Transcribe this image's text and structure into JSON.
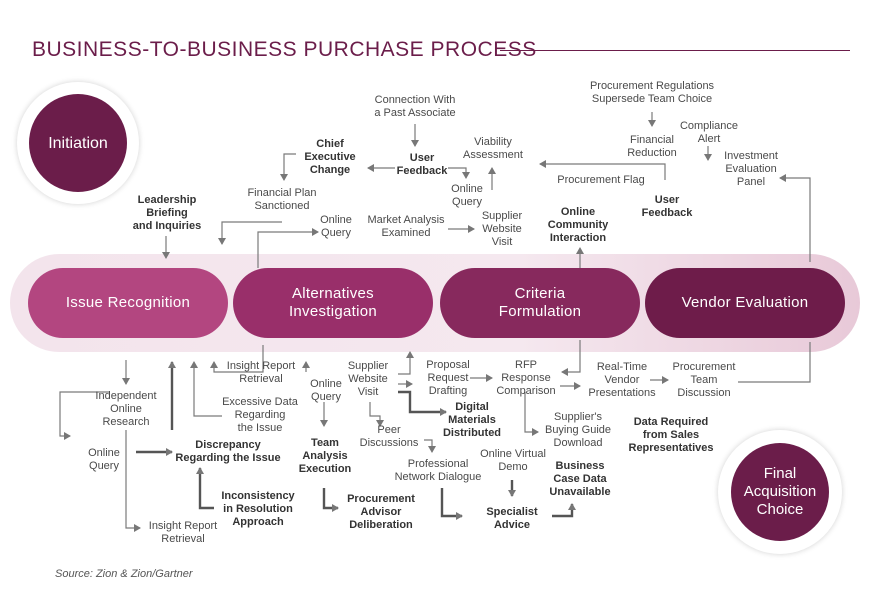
{
  "title": "BUSINESS-TO-BUSINESS PURCHASE PROCESS",
  "source": "Source: Zion & Zion/Gartner",
  "phases": {
    "start": "Initiation",
    "end": "Final\nAcquisition\nChoice"
  },
  "stages": [
    "Issue Recognition",
    "Alternatives\nInvestigation",
    "Criteria\nFormulation",
    "Vendor Evaluation"
  ],
  "labels": {
    "connection_past_associate": "Connection With\na Past Associate",
    "procurement_regulations": "Procurement Regulations\nSupersede Team Choice",
    "chief_executive_change": "Chief\nExecutive\nChange",
    "user_feedback_1": "User\nFeedback",
    "viability_assessment": "Viability\nAssessment",
    "online_query_1": "Online\nQuery",
    "financial_reduction": "Financial\nReduction",
    "compliance_alert": "Compliance\nAlert",
    "investment_evaluation_panel": "Investment\nEvaluation\nPanel",
    "procurement_flag": "Procurement Flag",
    "user_feedback_2": "User\nFeedback",
    "leadership_briefing": "Leadership\nBriefing\nand Inquiries",
    "financial_plan_sanctioned": "Financial Plan\nSanctioned",
    "online_query_2": "Online\nQuery",
    "market_analysis_examined": "Market Analysis\nExamined",
    "supplier_website_visit_1": "Supplier\nWebsite\nVisit",
    "online_community_interaction": "Online\nCommunity\nInteraction",
    "insight_report_retrieval_1": "Insight Report\nRetrieval",
    "supplier_website_visit_2": "Supplier\nWebsite\nVisit",
    "proposal_request_drafting": "Proposal\nRequest\nDrafting",
    "rfp_response_comparison": "RFP\nResponse\nComparison",
    "realtime_vendor_presentations": "Real-Time\nVendor\nPresentations",
    "procurement_team_discussion": "Procurement\nTeam\nDiscussion",
    "independent_online_research": "Independent\nOnline\nResearch",
    "excessive_data": "Excessive Data\nRegarding\nthe Issue",
    "online_query_3": "Online\nQuery",
    "digital_materials_distributed": "Digital\nMaterials\nDistributed",
    "suppliers_buying_guide": "Supplier's\nBuying Guide\nDownload",
    "data_required_sales_reps": "Data Required\nfrom Sales\nRepresentatives",
    "online_query_4": "Online\nQuery",
    "discrepancy": "Discrepancy\nRegarding the Issue",
    "team_analysis_execution": "Team\nAnalysis\nExecution",
    "peer_discussions": "Peer\nDiscussions",
    "professional_network_dialogue": "Professional\nNetwork Dialogue",
    "online_virtual_demo": "Online Virtual\nDemo",
    "business_case_data_unavailable": "Business\nCase Data\nUnavailable",
    "inconsistency": "Inconsistency\nin Resolution\nApproach",
    "procurement_advisor_deliberation": "Procurement\nAdvisor\nDeliberation",
    "specialist_advice": "Specialist\nAdvice",
    "insight_report_retrieval_2": "Insight Report\nRetrieval"
  },
  "colors": {
    "title": "#6b1d4a",
    "stage_1": "#b34680",
    "stage_2": "#992f6a",
    "stage_3": "#87295d",
    "stage_4": "#6e1c4a",
    "phase_circle": "#6b1d4a",
    "connector": "#777777"
  }
}
